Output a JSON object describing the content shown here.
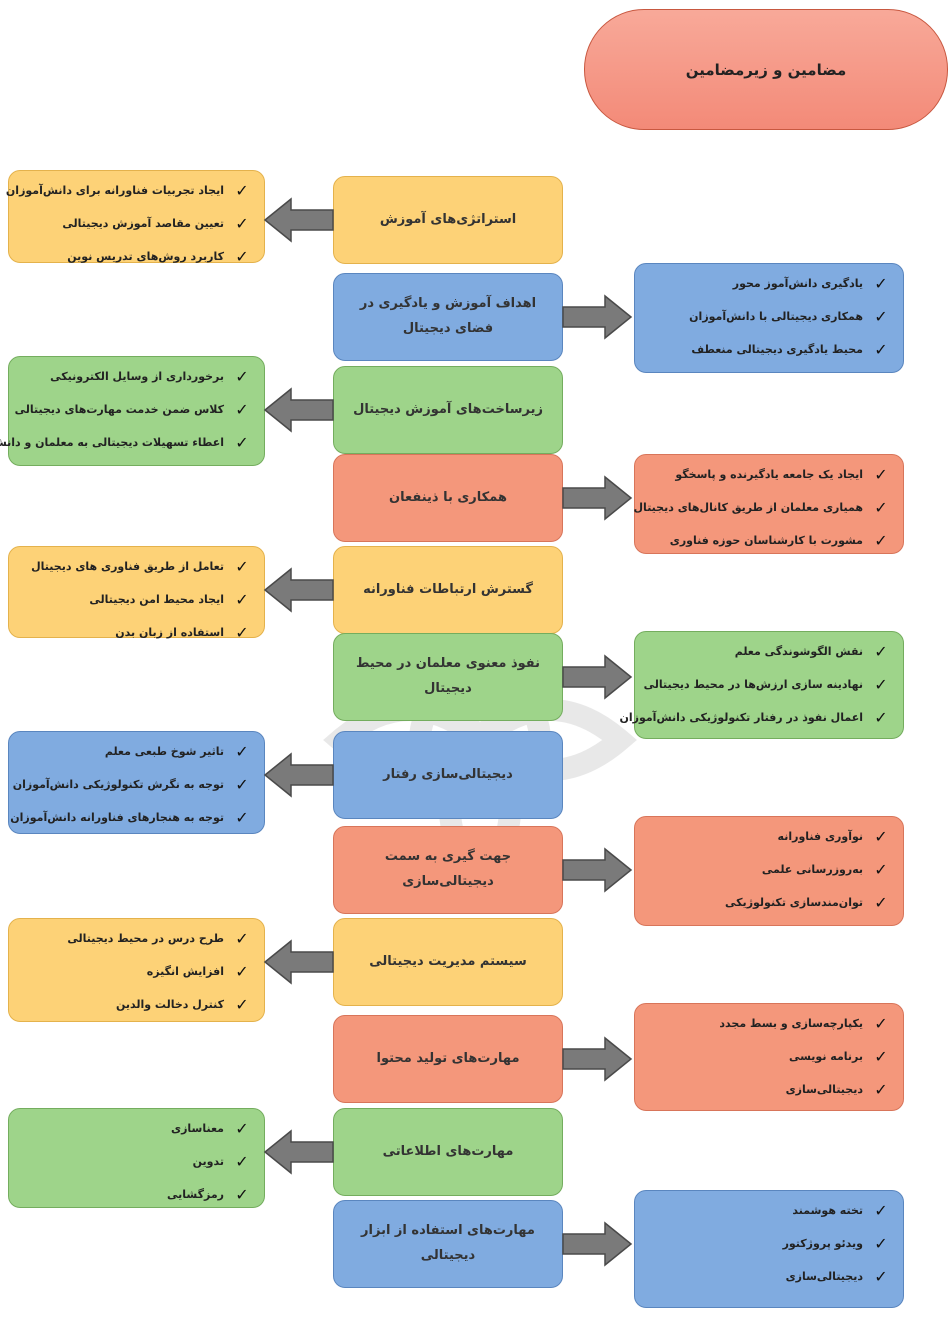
{
  "title": "مضامین و زیرمضامین",
  "rows": [
    {
      "center": "استراتژی‌های آموزش",
      "side": "left",
      "color": "yellow",
      "items": [
        "ایجاد تجربیات فناورانه برای دانش‌آموزان",
        "تعیین مقاصد آموزش دیجیتالی",
        "کاربرد روش‌های تدریس نوین"
      ]
    },
    {
      "center": "اهداف آموزش و یادگیری در فضای دیجیتال",
      "side": "right",
      "color": "blue",
      "items": [
        "یادگیری دانش‌آموز محور",
        "همکاری دیجیتالی با دانش‌آموزان",
        "محیط یادگیری دیجیتالی منعطف"
      ]
    },
    {
      "center": "زیرساخت‌های آموزش دیجیتال",
      "side": "left",
      "color": "green",
      "items": [
        "برخورداری از وسایل الکترونیکی",
        "کلاس ضمن خدمت مهارت‌های دیجیتالی",
        "اعطاء تسهیلات دیجیتالی به معلمان و دانش‌آموزان"
      ]
    },
    {
      "center": "همکاری با ذینفعان",
      "side": "right",
      "color": "salmon",
      "items": [
        "ایجاد یک جامعه یادگیرنده و پاسخگو",
        "همیاری معلمان از طریق کانال‌های دیجیتال",
        "مشورت با کارشناسان حوزه فناوری"
      ]
    },
    {
      "center": "گسترش ارتباطات فناورانه",
      "side": "left",
      "color": "yellow",
      "items": [
        "تعامل از طریق فناوری های دیجیتال",
        "ایجاد محیط امن دیجیتالی",
        "استفاده از زبان بدن"
      ]
    },
    {
      "center": "نفوذ معنوی معلمان در محیط دیجیتال",
      "side": "right",
      "color": "green",
      "items": [
        "نقش الگوشوندگی معلم",
        "نهادینه سازی ارزش‌ها در محیط دیجیتالی",
        "اعمال نفوذ در رفتار تکنولوژیکی دانش‌آموزان"
      ]
    },
    {
      "center": "دیجیتالی‌سازی رفتار",
      "side": "left",
      "color": "blue",
      "items": [
        "تاثیر شوخ طبعی معلم",
        "توجه به نگرش تکنولوژیکی دانش‌آموزان",
        "توجه به هنجارهای فناورانه دانش‌آموزان"
      ]
    },
    {
      "center": "جهت گیری به سمت دیجیتالی‌سازی",
      "side": "right",
      "color": "salmon",
      "items": [
        "نوآوری فناورانه",
        "به‌روزرسانی علمی",
        "توان‌مندسازی تکنولوژیکی"
      ]
    },
    {
      "center": "سیستم مدیریت دیجیتالی",
      "side": "left",
      "color": "yellow",
      "items": [
        "طرح درس در محیط دیجیتالی",
        "افزایش انگیزه",
        "کنترل دخالت والدین"
      ]
    },
    {
      "center": "مهارت‌های تولید محتوا",
      "side": "right",
      "color": "salmon",
      "items": [
        "یکپارچه‌سازی و بسط مجدد",
        "برنامه نویسی",
        "دیجیتالی‌سازی"
      ]
    },
    {
      "center": "مهارت‌های اطلاعاتی",
      "side": "left",
      "color": "green",
      "items": [
        "معناسازی",
        "تدوین",
        "رمزگشایی"
      ]
    },
    {
      "center": "مهارت‌های استفاده از ابزار دیجیتالی",
      "side": "right",
      "color": "blue",
      "items": [
        "تخته هوشمند",
        "ویدئو پروژکتور",
        "دیجیتالی‌سازی"
      ]
    }
  ],
  "check_glyph": "✓",
  "colors": {
    "yellow": "#fdd277",
    "blue": "#80abe0",
    "green": "#9ed48a",
    "salmon": "#f4977b",
    "arrow": "#7a7a7a"
  }
}
